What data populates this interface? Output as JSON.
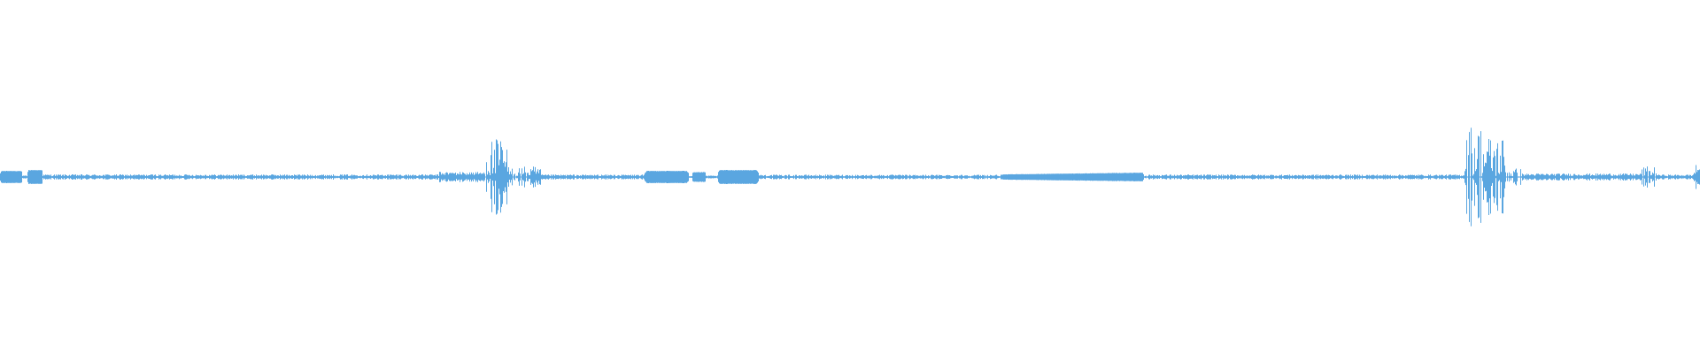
{
  "waveform": {
    "color": "#5aa6e0",
    "background": "#ffffff",
    "baseline_amplitude": 0.008,
    "segments": [
      {
        "start": 0.0,
        "end": 0.013,
        "kind": "block",
        "amp": 0.035
      },
      {
        "start": 0.016,
        "end": 0.025,
        "kind": "block",
        "amp": 0.04
      },
      {
        "start": 0.025,
        "end": 0.258,
        "kind": "noise",
        "amp": 0.015
      },
      {
        "start": 0.258,
        "end": 0.285,
        "kind": "noise",
        "amp": 0.03
      },
      {
        "start": 0.285,
        "end": 0.298,
        "kind": "burst",
        "amp": 0.22
      },
      {
        "start": 0.298,
        "end": 0.318,
        "kind": "burst",
        "amp": 0.06
      },
      {
        "start": 0.318,
        "end": 0.379,
        "kind": "noise",
        "amp": 0.014
      },
      {
        "start": 0.379,
        "end": 0.405,
        "kind": "block",
        "amp": 0.035
      },
      {
        "start": 0.407,
        "end": 0.415,
        "kind": "block",
        "amp": 0.028
      },
      {
        "start": 0.422,
        "end": 0.446,
        "kind": "block",
        "amp": 0.04
      },
      {
        "start": 0.446,
        "end": 0.59,
        "kind": "noise",
        "amp": 0.013
      },
      {
        "start": 0.59,
        "end": 0.672,
        "kind": "taper",
        "amp": 0.02
      },
      {
        "start": 0.672,
        "end": 0.676,
        "kind": "burst",
        "amp": 0.035
      },
      {
        "start": 0.676,
        "end": 0.861,
        "kind": "noise",
        "amp": 0.014
      },
      {
        "start": 0.861,
        "end": 0.871,
        "kind": "burst",
        "amp": 0.3
      },
      {
        "start": 0.871,
        "end": 0.885,
        "kind": "burst",
        "amp": 0.24
      },
      {
        "start": 0.885,
        "end": 0.895,
        "kind": "burst",
        "amp": 0.05
      },
      {
        "start": 0.895,
        "end": 0.965,
        "kind": "noise",
        "amp": 0.02
      },
      {
        "start": 0.965,
        "end": 0.975,
        "kind": "burst",
        "amp": 0.06
      },
      {
        "start": 0.975,
        "end": 0.996,
        "kind": "noise",
        "amp": 0.014
      },
      {
        "start": 0.996,
        "end": 1.0,
        "kind": "burst",
        "amp": 0.11
      }
    ]
  }
}
